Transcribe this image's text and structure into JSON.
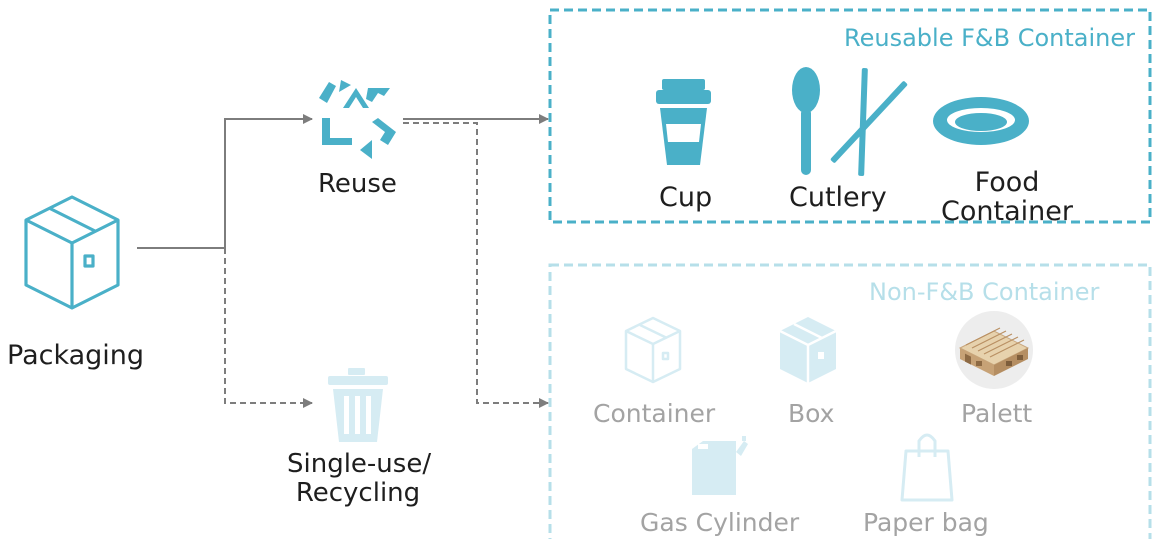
{
  "colors": {
    "accent": "#4ab0c8",
    "accent_light": "#b6dfe9",
    "icon_faded": "#d6ecf3",
    "arrow": "#7d7d7d",
    "text": "#1e1e1e",
    "text_faded": "#a3a3a3"
  },
  "nodes": {
    "packaging": {
      "label": "Packaging",
      "icon": "box-icon"
    },
    "reuse": {
      "label": "Reuse",
      "icon": "recycle-icon"
    },
    "single_use": {
      "label_line1": "Single-use/",
      "label_line2": "Recycling",
      "icon": "trash-icon"
    }
  },
  "reusable_group": {
    "title": "Reusable F&B Container",
    "items": [
      {
        "label": "Cup",
        "icon": "cup-icon"
      },
      {
        "label": "Cutlery",
        "icon": "cutlery-icon"
      },
      {
        "label_line1": "Food",
        "label_line2": "Container",
        "icon": "plate-icon"
      }
    ]
  },
  "non_fb_group": {
    "title": "Non-F&B Container",
    "items": [
      {
        "label": "Container",
        "icon": "container-box-icon"
      },
      {
        "label": "Box",
        "icon": "box-icon"
      },
      {
        "label": "Palett",
        "icon": "pallet-icon"
      },
      {
        "label": "Gas Cylinder",
        "icon": "jerrycan-icon"
      },
      {
        "label": "Paper bag",
        "icon": "paper-bag-icon"
      }
    ]
  }
}
